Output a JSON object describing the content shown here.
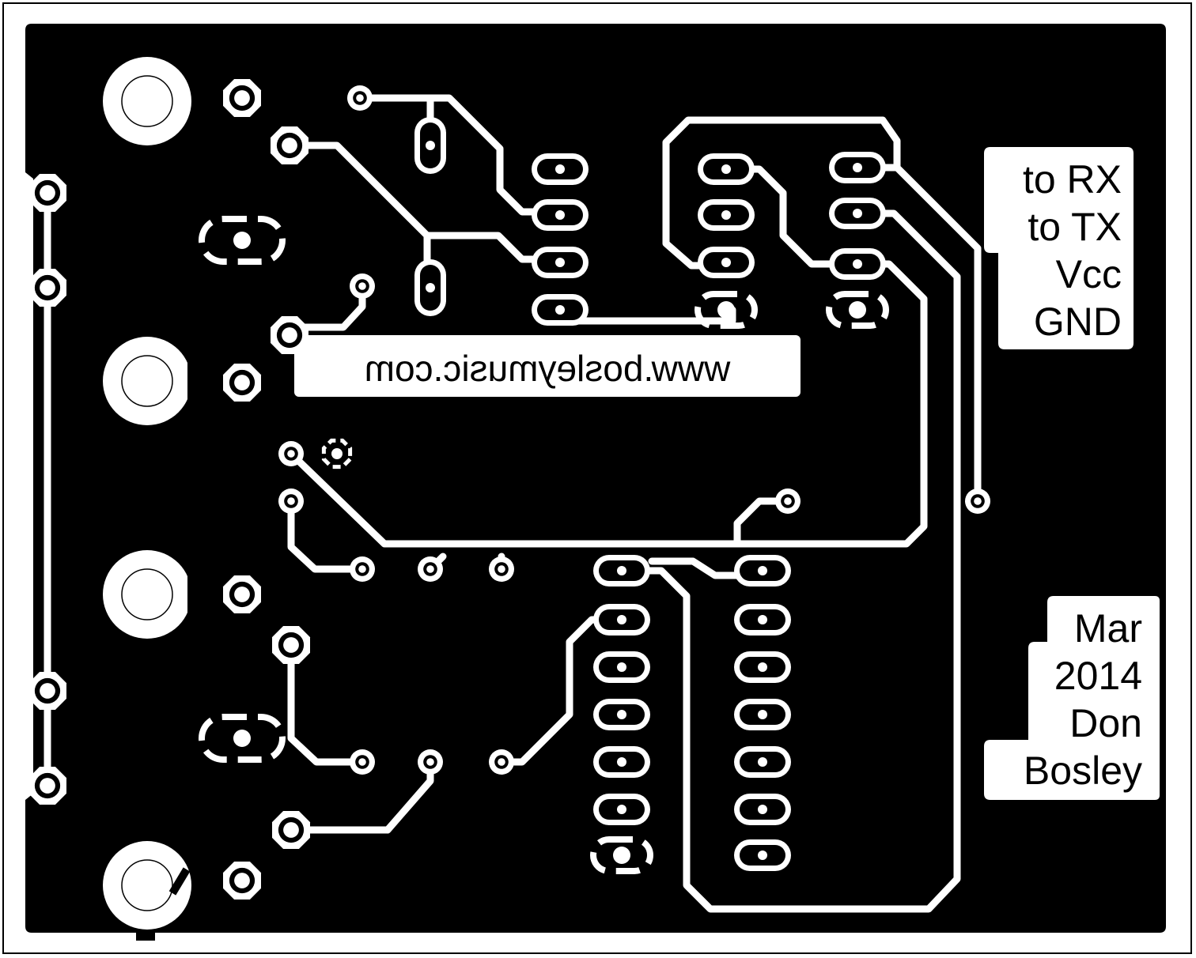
{
  "board": {
    "url_label": "www.bosleymusic.com",
    "serial_labels": [
      "to RX",
      "to TX",
      "Vcc",
      "GND"
    ],
    "credit_labels": [
      "Mar",
      "2014",
      "Don",
      "Bosley"
    ]
  },
  "colors": {
    "copper": "#000000",
    "background": "#ffffff",
    "traces": "#ffffff"
  }
}
